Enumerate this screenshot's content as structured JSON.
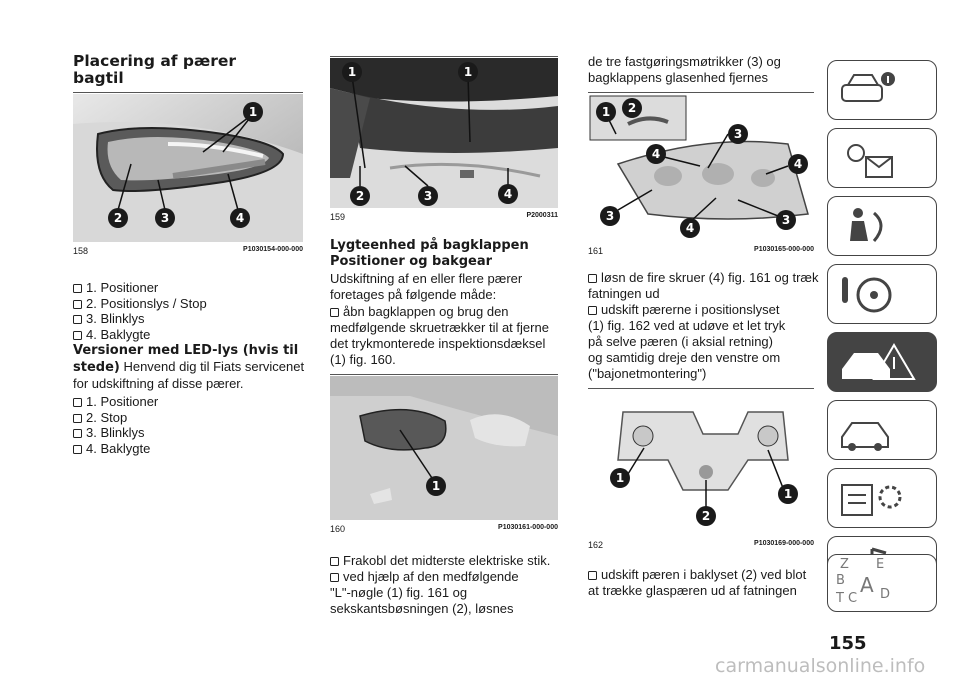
{
  "col1": {
    "title_line1": "Placering af pærer",
    "title_line2": "bagtil",
    "fig158": {
      "number": "158",
      "code": "P1030154-000-000",
      "callouts": [
        "1",
        "2",
        "3",
        "4"
      ]
    },
    "list1": [
      "1. Positioner",
      "2. Positionslys / Stop",
      "3. Blinklys",
      "4. Baklygte"
    ],
    "section_heading_line1": "Versioner med LED-lys (hvis til",
    "section_heading_bold_end": "stede)",
    "section_text_line1": " Henvend dig til Fiats servicenet",
    "section_text_line2": "for udskiftning af disse pærer.",
    "list2": [
      "1. Positioner",
      "2. Stop",
      "3. Blinklys",
      "4. Baklygte"
    ]
  },
  "col2": {
    "fig159": {
      "number": "159",
      "code": "P2000311",
      "callouts": [
        "1",
        "1",
        "2",
        "3",
        "4"
      ]
    },
    "subheading_line1": "Lygteenhed på bagklappen",
    "subheading_line2": "Positioner og bakgear",
    "intro_line1": "Udskiftning af en eller flere pærer",
    "intro_line2": "foretages på følgende måde:",
    "step1_line1": "åbn bagklappen og brug den",
    "step1_line2": "medfølgende skruetrækker til at fjerne",
    "step1_line3": "det trykmonterede inspektionsdæksel",
    "step1_line4": "(1) fig. 160.",
    "fig160": {
      "number": "160",
      "code": "P1030161-000-000",
      "callouts": [
        "1"
      ]
    },
    "step2": "Frakobl det midterste elektriske stik.",
    "step3_line1": "ved hjælp af den medfølgende",
    "step3_line2": "\"L\"-nøgle (1) fig. 161 og",
    "step3_line3": "sekskantsbøsningen (2), løsnes"
  },
  "col3": {
    "intro_line1": "de tre fastgøringsmøtrikker (3) og",
    "intro_line2": "bagklappens glasenhed fjernes",
    "fig161": {
      "number": "161",
      "code": "P1030165-000-000",
      "callouts": [
        "1",
        "2",
        "3",
        "4",
        "4",
        "3",
        "4",
        "3"
      ]
    },
    "step4_line1": "løsn de fire skruer (4) fig. 161 og træk",
    "step4_line2": "fatningen ud",
    "step5_line1": "udskift pærerne i positionslyset",
    "step5_line2": "(1) fig. 162 ved at udøve et let tryk",
    "step5_line3": "på selve pæren (i aksial retning)",
    "step5_line4": "og samtidig dreje den venstre om",
    "step5_line5": "(\"bajonetmontering\")",
    "fig162": {
      "number": "162",
      "code": "P1030169-000-000",
      "callouts": [
        "1",
        "1",
        "2"
      ]
    },
    "step6_line1": "udskift pæren i baklyset (2) ved blot",
    "step6_line2": "at trække glaspæren ud af fatningen"
  },
  "sidebar": {
    "tabs": [
      "car-info-icon",
      "warning-lights-icon",
      "safety-airbag-icon",
      "starting-driving-icon",
      "emergency-icon",
      "maintenance-icon",
      "technical-data-icon",
      "multimedia-icon",
      "index-icon"
    ],
    "active_tab": 4,
    "index_letters": [
      "Z",
      "E",
      "B",
      "A",
      "C",
      "T",
      "D"
    ]
  },
  "page_number": "155",
  "watermark": "carmanualsonline.info"
}
